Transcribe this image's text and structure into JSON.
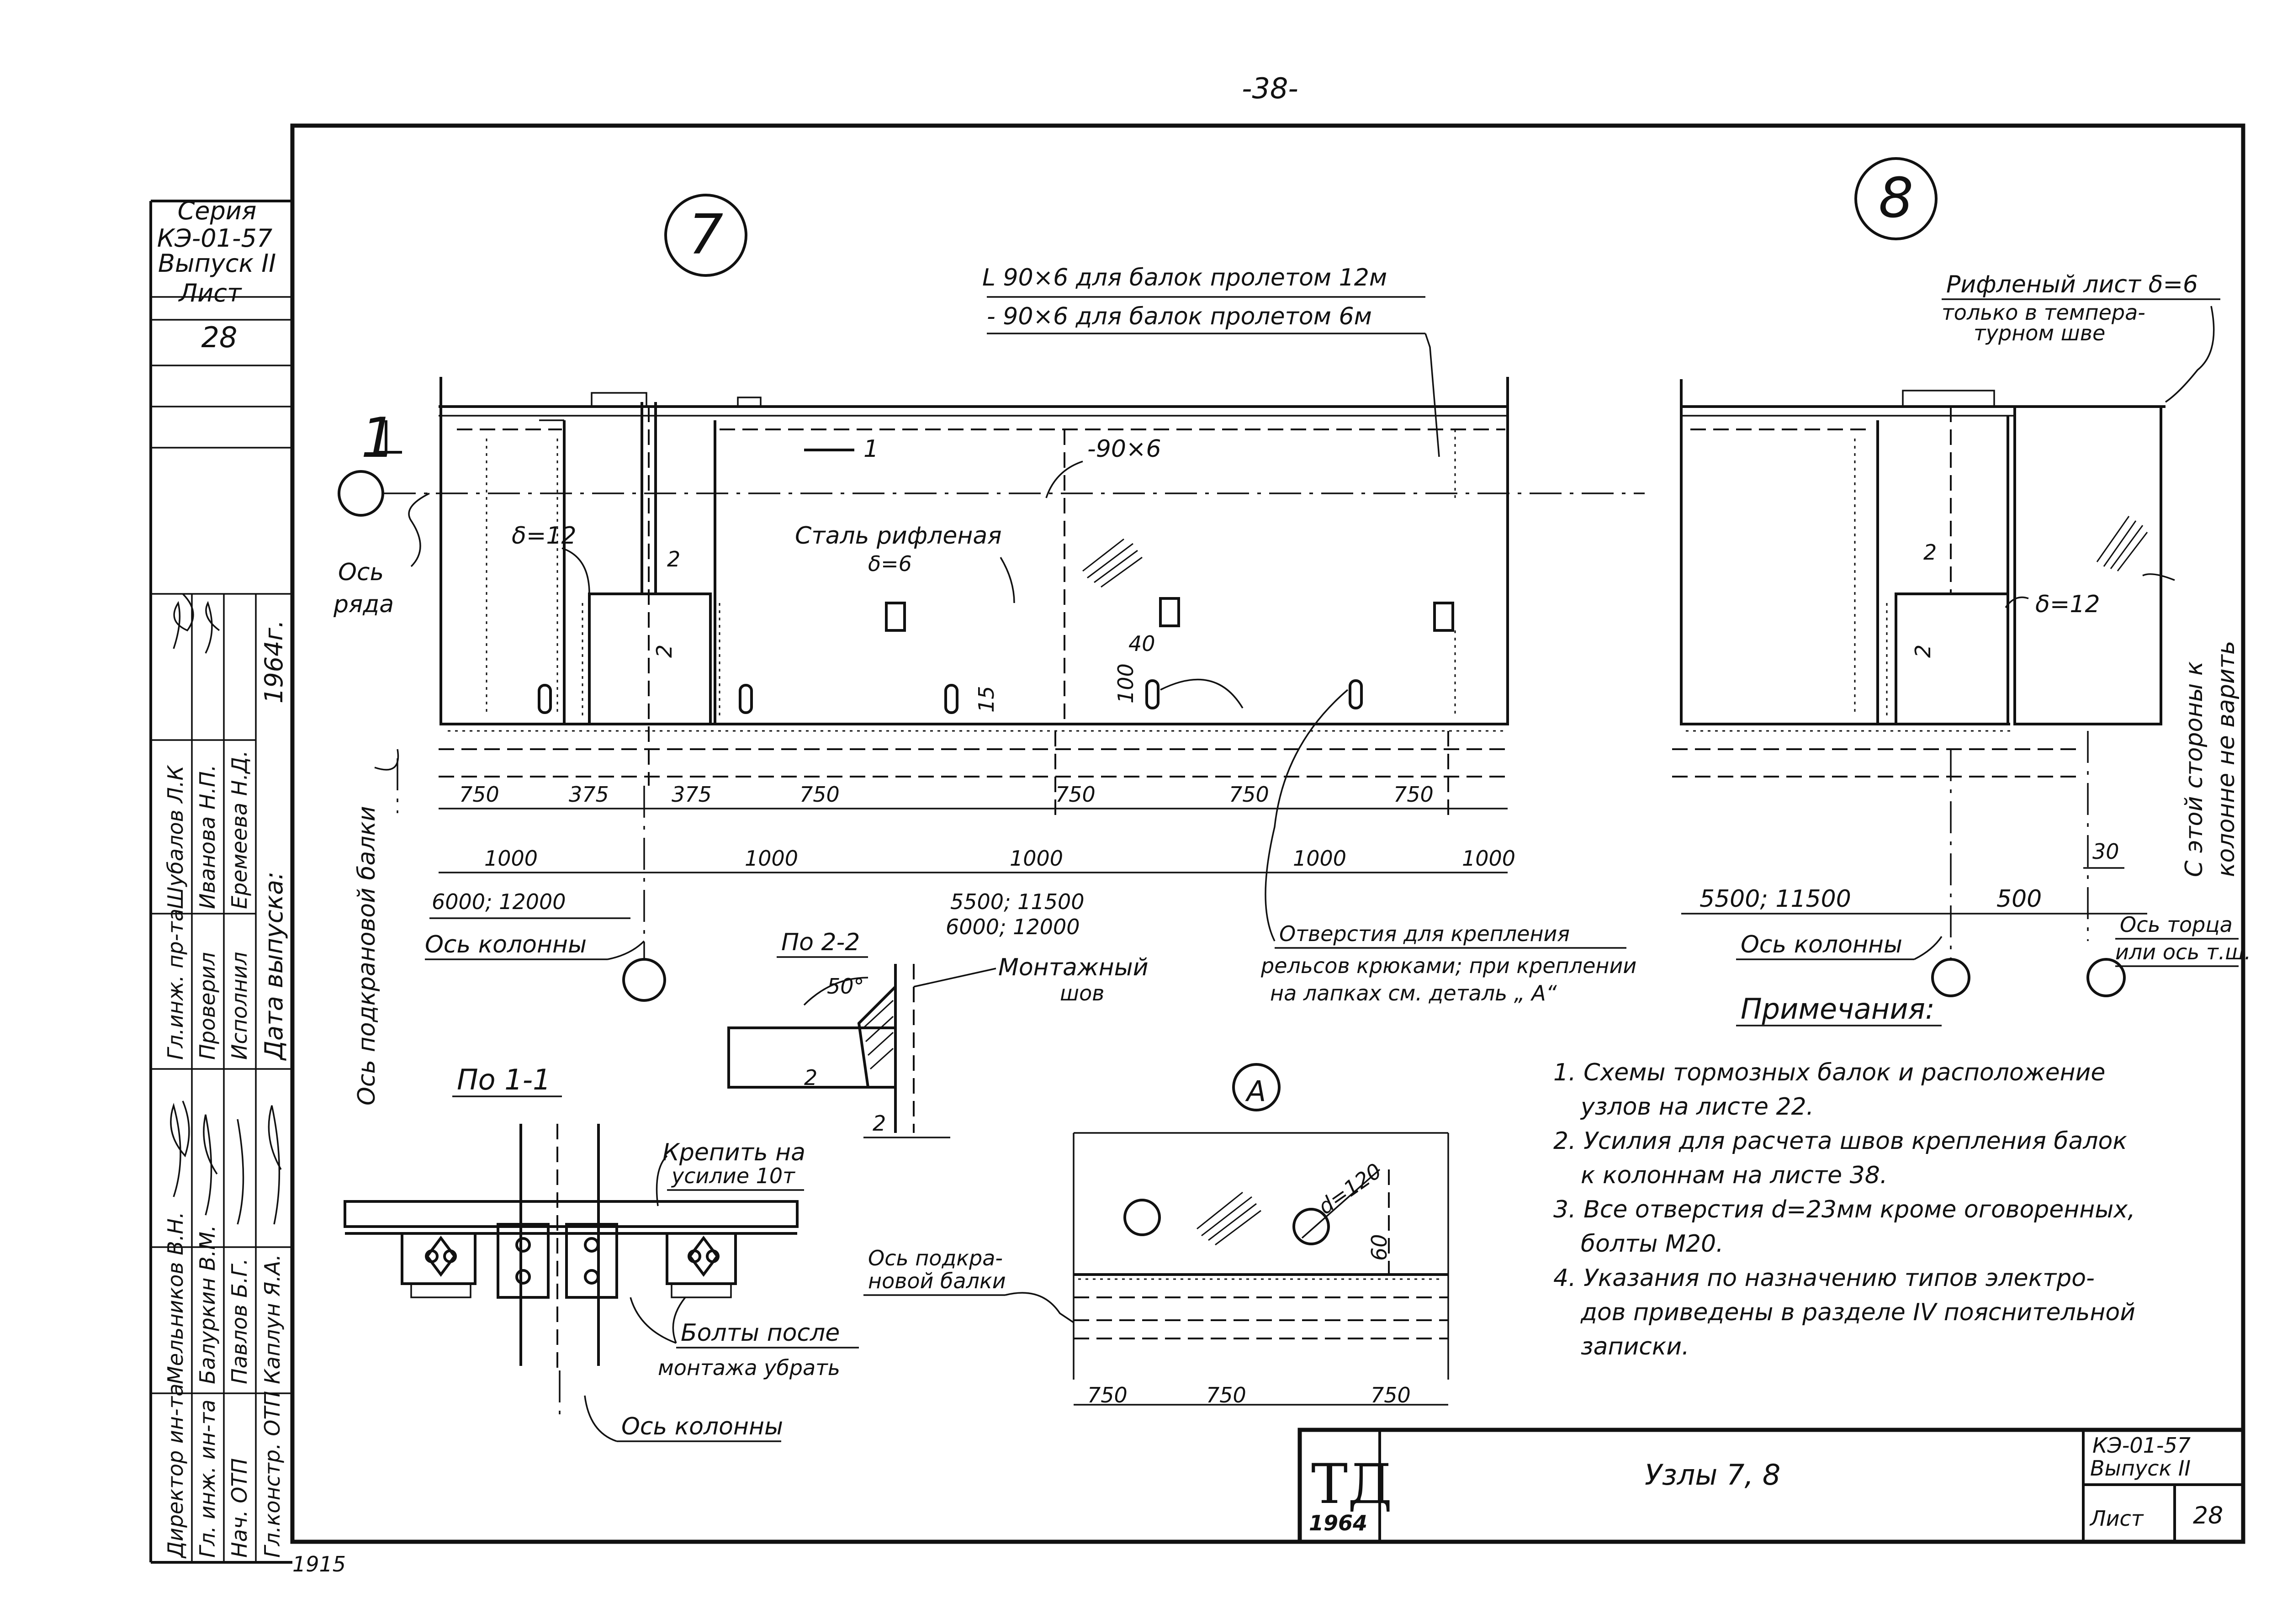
{
  "page_number": "-38-",
  "sheet_code": "1915",
  "stamp": {
    "series_label": "Серия",
    "series_value": "КЭ-01-57",
    "issue": "Выпуск II",
    "sheet_label": "Лист",
    "sheet_number": "28",
    "year": "1964г.",
    "date_label": "Дата выпуска:"
  },
  "staff": [
    {
      "role": "Гл.инж. пр-та",
      "name": "Шубалов Л.К"
    },
    {
      "role": "Проверил",
      "name": "Иванова Н.П."
    },
    {
      "role": "Исполнил",
      "name": "Еремеева Н.Д."
    },
    {
      "role": "Директор ин-та",
      "name": "Мельников В.Н."
    },
    {
      "role": "Гл. инж. ин-та",
      "name": "Балуркин В.М."
    },
    {
      "role": "Нач. ОТП",
      "name": "Павлов Б.Г."
    },
    {
      "role": "Гл.констр. ОТП",
      "name": "Каплун Я.А."
    }
  ],
  "title_block": {
    "logo": "ТД",
    "logo_year": "1964",
    "title": "Узлы 7, 8",
    "code": "КЭ-01-57",
    "issue": "Выпуск II",
    "sheet_label": "Лист",
    "sheet_number": "28"
  },
  "node7": {
    "marker": "7",
    "angle_note_1": "L 90×6 для балок пролетом 12м",
    "angle_note_2": "- 90×6 для балок пролетом 6м",
    "section_mark": "1",
    "strip_label": "-90×6",
    "plate_label": "Сталь рифленая",
    "plate_thickness": "δ=6",
    "delta12": "δ=12",
    "dim_small": "2",
    "dim_40": "40",
    "dim_15": "15",
    "dim_100": "100",
    "row_axis_1": "Ось",
    "row_axis_2": "ряда",
    "crane_axis": "Ось подкрановой балки",
    "dims_top": [
      "750",
      "375",
      "375",
      "750",
      "750",
      "750",
      "750"
    ],
    "dims_mid": [
      "1000",
      "1000",
      "1000",
      "1000",
      "1000"
    ],
    "span_left": "6000; 12000",
    "span_mid_1": "5500; 11500",
    "span_mid_2": "6000; 12000",
    "column_axis": "Ось колонны",
    "holes_note_1": "Отверстия для крепления",
    "holes_note_2": "рельсов крюками; при креплении",
    "holes_note_3": "на лапках см. деталь „ А“"
  },
  "node8": {
    "marker": "8",
    "sheet_note_1": "Рифленый лист δ=6",
    "sheet_note_2": "только в темпера-",
    "sheet_note_3": "турном шве",
    "delta12": "δ=12",
    "dim_small": "2",
    "side_note_1": "С этой стороны к",
    "side_note_2": "колонне не варить",
    "dim_30": "30",
    "dim_span": "5500; 11500",
    "dim_500": "500",
    "column_axis": "Ось колонны",
    "end_axis_1": "Ось торца",
    "end_axis_2": "или ось т.ш."
  },
  "section22": {
    "title": "По 2-2",
    "angle": "50°",
    "weld_1": "Монтажный",
    "weld_2": "шов",
    "dim_a": "2",
    "dim_b": "2"
  },
  "section11": {
    "title": "По 1-1",
    "fix_1": "Крепить на",
    "fix_2": "усилие 10т",
    "bolts_1": "Болты после",
    "bolts_2": "монтажа убрать",
    "column_axis": "Ось колонны"
  },
  "detailA": {
    "marker": "А",
    "diameter": "d=120",
    "dim_60": "60",
    "crane_axis_1": "Ось подкра-",
    "crane_axis_2": "новой балки",
    "dims": [
      "750",
      "750",
      "750"
    ]
  },
  "notes": {
    "title": "Примечания:",
    "items": [
      {
        "line1": "1. Схемы тормозных балок и расположение",
        "line2": "узлов на листе 22."
      },
      {
        "line1": "2. Усилия для расчета швов крепления балок",
        "line2": "к колоннам на листе 38."
      },
      {
        "line1": "3. Все отверстия d=23мм кроме оговоренных,",
        "line2": "болты М20."
      },
      {
        "line1": "4. Указания по назначению типов электро-",
        "line2": "дов приведены в разделе IV пояснительной",
        "line3": "записки."
      }
    ]
  }
}
